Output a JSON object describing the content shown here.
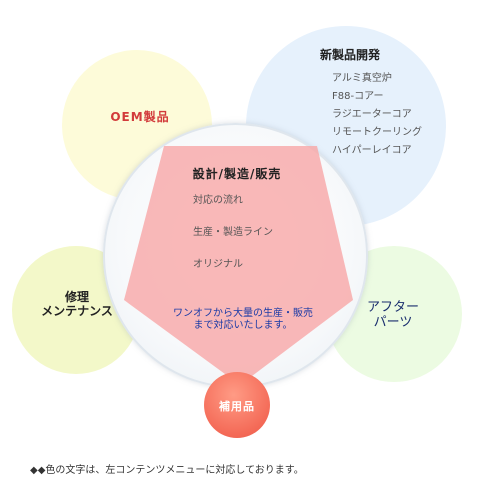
{
  "colors": {
    "oem_circle": "#fdfbd9",
    "new_circle": "#e6f1fc",
    "repair_circle": "#f3f8c9",
    "after_circle": "#ecfbe2",
    "pentagon_fill": "#f8b4b4",
    "parts_circle": "#f46a57",
    "red_text": "#d23b3b",
    "navy_text": "#1a2e6e",
    "blue_text": "#1a3aa6"
  },
  "nodes": {
    "oem": {
      "label": "OEM製品"
    },
    "new_products": {
      "title": "新製品開発",
      "items": [
        "アルミ真空炉",
        "F88-コアー",
        "ラジエーターコア",
        "リモートクーリング",
        "ハイパーレイコア"
      ]
    },
    "repair": {
      "line1": "修理",
      "line2": "メンテナンス"
    },
    "after_parts": {
      "line1": "アフター",
      "line2": "パーツ"
    },
    "core": {
      "title": "設計/製造/販売",
      "items": [
        "対応の流れ",
        "生産・製造ライン",
        "オリジナル"
      ],
      "note_line1": "ワンオフから大量の生産・販売",
      "note_line2": "まで対応いたします。"
    },
    "parts": {
      "label": "補用品"
    }
  },
  "footnote": "◆◆色の文字は、左コンテンツメニューに対応しております。"
}
